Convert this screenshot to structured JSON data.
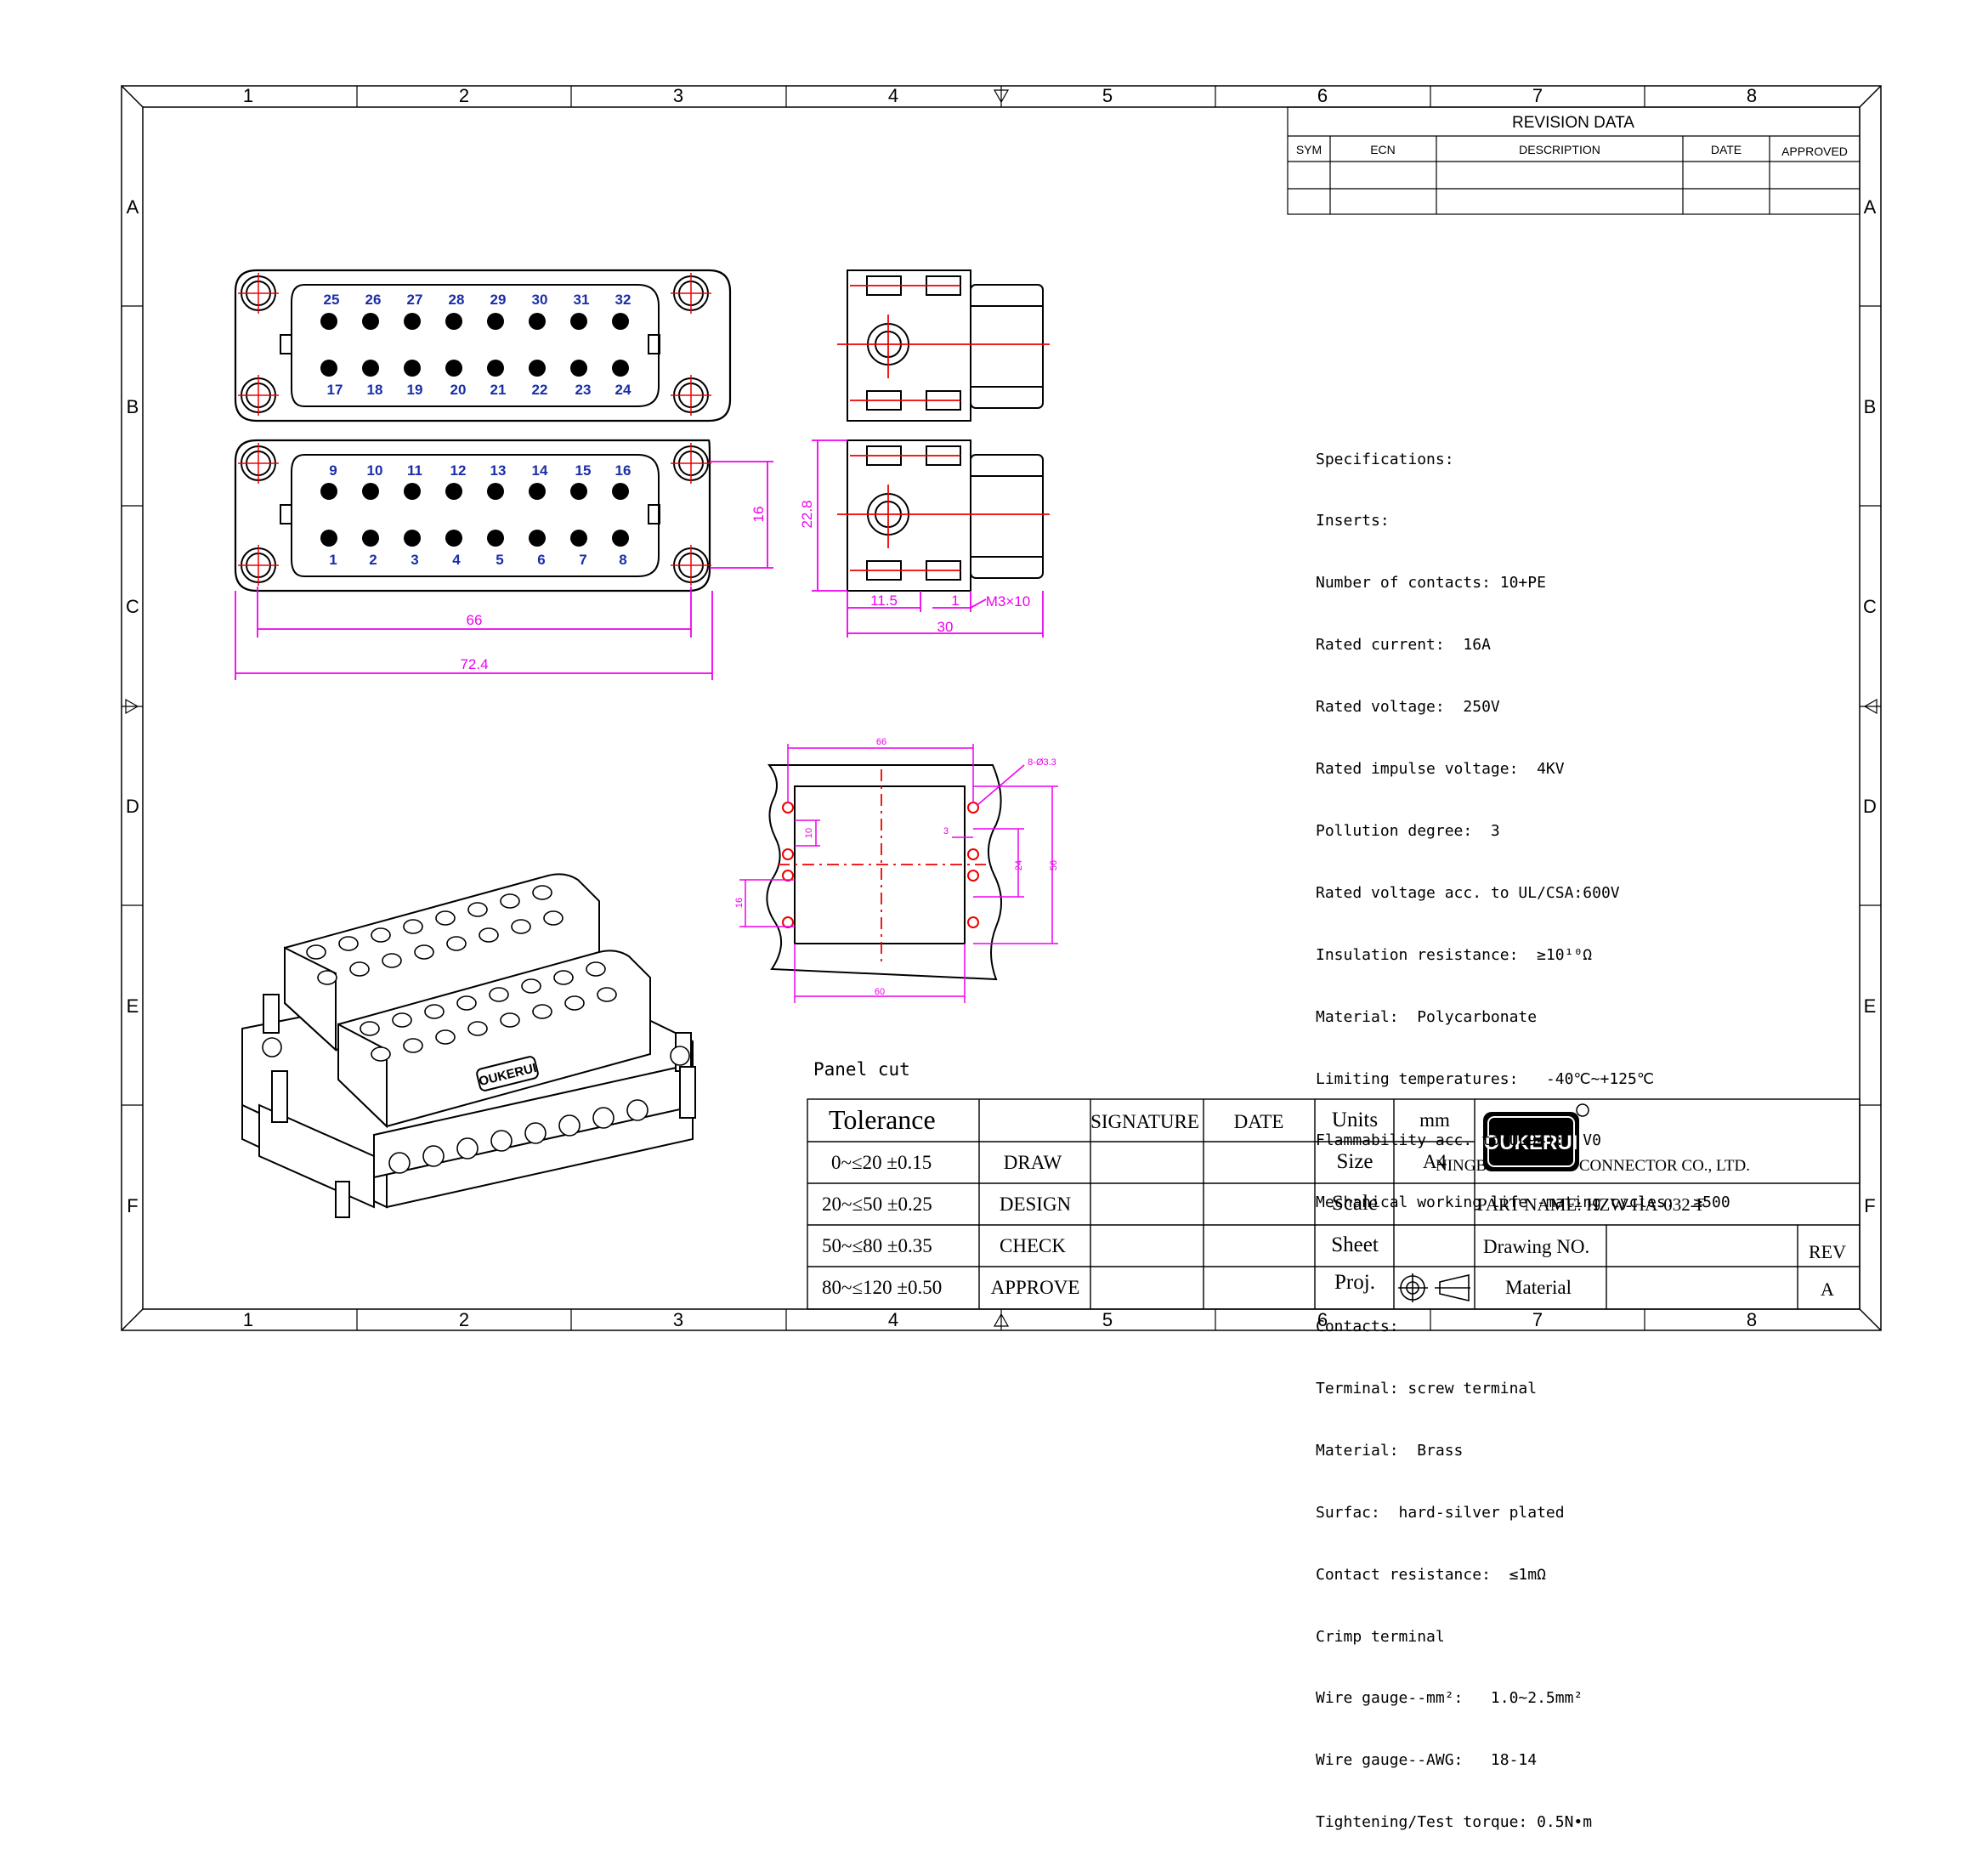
{
  "grid": {
    "columns": [
      "1",
      "2",
      "3",
      "4",
      "5",
      "6",
      "7",
      "8"
    ],
    "rows": [
      "A",
      "B",
      "C",
      "D",
      "E",
      "F"
    ]
  },
  "revision": {
    "title": "REVISION    DATA",
    "headers": [
      "SYM",
      "ECN",
      "DESCRIPTION",
      "DATE",
      "APPROVED"
    ]
  },
  "connector": {
    "top_row_a": [
      "25",
      "26",
      "27",
      "28",
      "29",
      "30",
      "31",
      "32"
    ],
    "top_row_b": [
      "17",
      "18",
      "19",
      "20",
      "21",
      "22",
      "23",
      "24"
    ],
    "bottom_row_a": [
      "9",
      "10",
      "11",
      "12",
      "13",
      "14",
      "15",
      "16"
    ],
    "bottom_row_b": [
      "1",
      "2",
      "3",
      "4",
      "5",
      "6",
      "7",
      "8"
    ]
  },
  "dimensions": {
    "front_inner_width": "66",
    "front_outer_width": "72.4",
    "front_height": "16",
    "side_height": "22.8",
    "side_a": "11.5",
    "side_b": "1",
    "side_screw": "M3×10",
    "side_total": "30",
    "panel_top": "66",
    "panel_holes": "8-Ø3.3",
    "panel_v10": "10",
    "panel_v3": "3",
    "panel_v24": "24",
    "panel_v56": "56",
    "panel_v16": "16",
    "panel_bottom": "60"
  },
  "panel_cut_label": "Panel cut",
  "specs": {
    "lines_inserts": [
      "Specifications:",
      "Inserts:",
      "Number of contacts: 10+PE",
      "Rated current:  16A",
      "Rated voltage:  250V",
      "Rated impulse voltage:  4KV",
      "Pollution degree:  3",
      "Rated voltage acc. to UL/CSA:600V",
      "Insulation resistance:  ≥10¹⁰Ω",
      "Material:  Polycarbonate",
      "Limiting temperatures:   -40℃~+125℃",
      "Flammability acc. to(UL94):  V0",
      "Mechanical working life -mating cycles:  ≥500"
    ],
    "lines_contacts": [
      "Contacts:",
      "Terminal: screw terminal",
      "Material:  Brass",
      "Surfac:  hard-silver plated",
      "Contact resistance:  ≤1mΩ",
      "Crimp terminal",
      "Wire gauge--mm²:   1.0~2.5mm²",
      "Wire gauge--AWG:   18-14",
      "Tightening/Test torque: 0.5N•m"
    ]
  },
  "title_block": {
    "tolerance": "Tolerance",
    "tol_rows": [
      "0~≤20 ±0.15",
      "20~≤50 ±0.25",
      "50~≤80 ±0.35",
      "80~≤120 ±0.50"
    ],
    "roles": [
      "DRAW",
      "DESIGN",
      "CHECK",
      "APPROVE"
    ],
    "signature": "SIGNATURE",
    "date": "DATE",
    "units_label": "Units",
    "units_value": "mm",
    "size_label": "Size",
    "size_value": "A4",
    "scale_label": "Scale",
    "sheet_label": "Sheet",
    "proj_label": "Proj.",
    "brand": "OUKERUI",
    "company": "NINGBO OUKERUI CONNECTOR CO., LTD.",
    "part_name": "PART NAME:  HZW-HA-032-F",
    "drawing_no": "Drawing NO.",
    "rev_label": "REV",
    "rev_value": "A",
    "material": "Material"
  },
  "iso_logo": "OUKERUI"
}
